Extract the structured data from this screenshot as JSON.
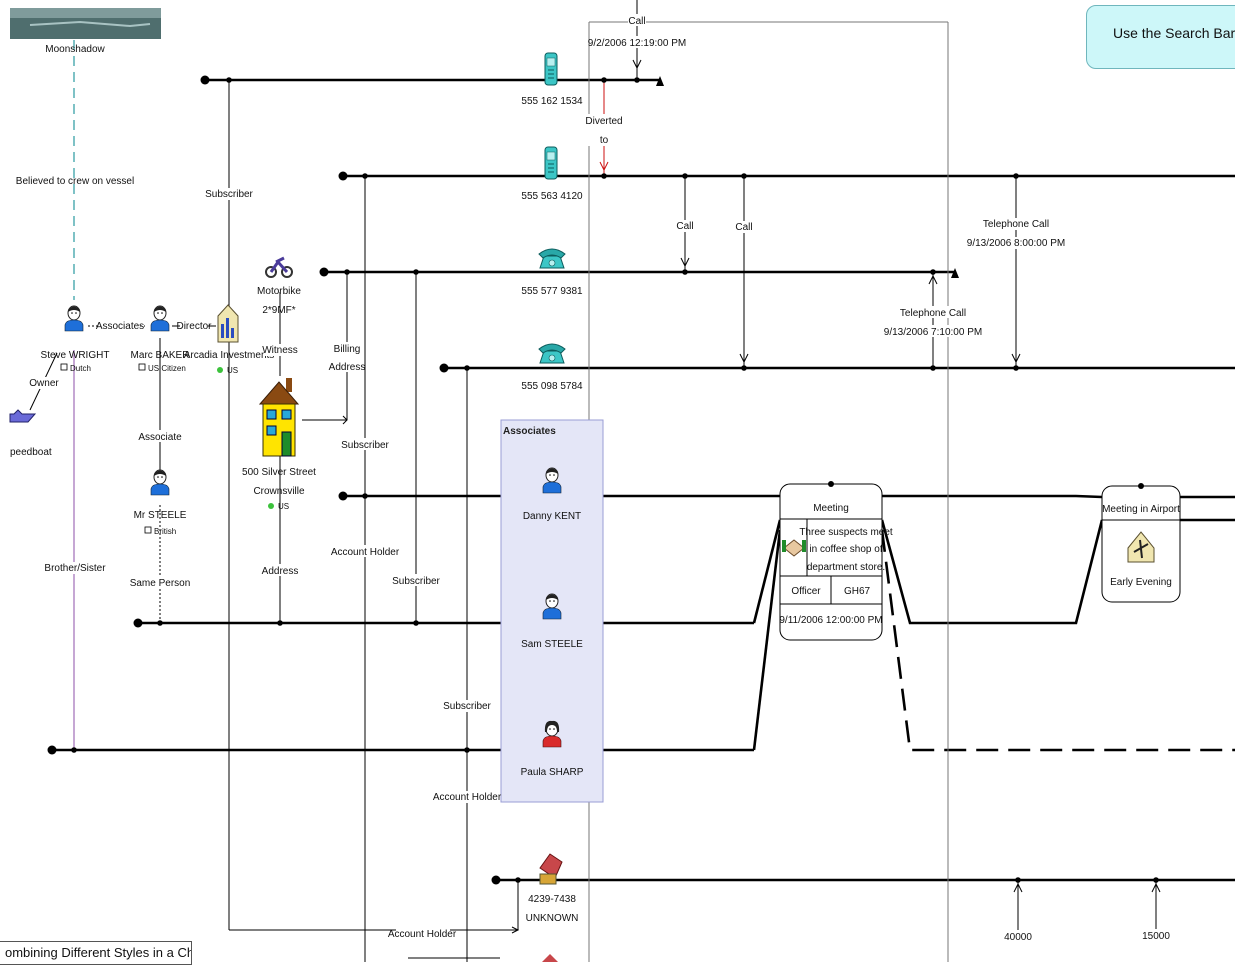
{
  "search_hint": "Use the Search Bar at th",
  "caption": "ombining Different Styles in a Chart",
  "vessel": {
    "name": "Moonshadow",
    "relation": "Believed to crew on vessel"
  },
  "people": {
    "steve": {
      "name": "Steve WRIGHT",
      "nationality": "Dutch"
    },
    "marc": {
      "name": "Marc BAKER",
      "nationality": "US Citizen"
    },
    "mrsteele": {
      "name": "Mr STEELE",
      "nationality": "British"
    },
    "danny": {
      "name": "Danny KENT"
    },
    "sam": {
      "name": "Sam STEELE"
    },
    "paula": {
      "name": "Paula SHARP"
    }
  },
  "entities": {
    "arcadia": {
      "name": "Arcadia Investments",
      "country": "US"
    },
    "motorbike": {
      "name": "Motorbike",
      "reg": "2*9MF*"
    },
    "house": {
      "street": "500 Silver Street",
      "town": "Crownsville",
      "country": "US"
    },
    "speedboat": {
      "name": "peedboat"
    },
    "account": {
      "number": "4239-7438",
      "status": "UNKNOWN"
    }
  },
  "phones": {
    "p1": "555 162 1534",
    "p2": "555 563 4120",
    "p3": "555 577 9381",
    "p4": "555 098 5784"
  },
  "links": {
    "associates": "Associates",
    "director": "Director",
    "owner": "Owner",
    "associate": "Associate",
    "same_person": "Same Person",
    "brother_sister": "Brother/Sister",
    "subscriber": "Subscriber",
    "witness": "Witness",
    "billing_1": "Billing",
    "billing_2": "Address",
    "account_holder": "Account Holder",
    "address": "Address",
    "call": "Call",
    "diverted_1": "Diverted",
    "diverted_2": "to",
    "telephone_call": "Telephone Call",
    "amount_1": "40000",
    "amount_2": "15000"
  },
  "events": {
    "call_top": {
      "label": "Call",
      "time": "9/2/2006 12:19:00 PM"
    },
    "tel_call_1": {
      "time": "9/13/2006 8:00:00 PM"
    },
    "tel_call_2": {
      "time": "9/13/2006 7:10:00 PM"
    },
    "meeting": {
      "title": "Meeting",
      "desc_1": "Three suspects meet",
      "desc_2": "in coffee shop of",
      "desc_3": "department store.",
      "officer_label": "Officer",
      "officer_value": "GH67",
      "time": "9/11/2006 12:00:00 PM"
    },
    "airport": {
      "title": "Meeting in Airport",
      "time": "Early Evening"
    }
  },
  "group": {
    "title": "Associates"
  },
  "colors": {
    "group_fill": "#e4e6f7",
    "group_border": "#9a9dd4",
    "vessel_link": "#2a9aa0",
    "sibling_link": "#8e4fa8",
    "diverted_link": "#cc1111",
    "person_shirt": "#1e6fd9",
    "female_shirt": "#d92b2b",
    "phone_cyan": "#3cc6c6",
    "house_yellow": "#ffe400"
  }
}
